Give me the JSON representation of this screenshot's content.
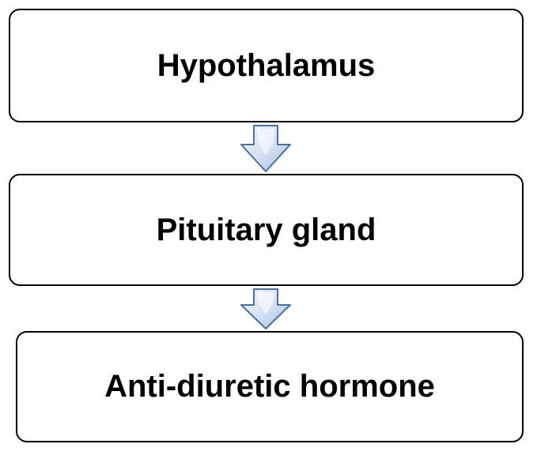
{
  "diagram": {
    "steps": [
      {
        "label": "Hypothalamus"
      },
      {
        "label": "Pituitary gland"
      },
      {
        "label": "Anti-diuretic hormone"
      }
    ],
    "colors": {
      "box_border": "#000000",
      "box_fill": "#ffffff",
      "arrow_fill_light": "#eef3fb",
      "arrow_fill_dark": "#a9bfe0",
      "arrow_stroke": "#4a6fa5"
    },
    "arrow_icon": "down-arrow-icon"
  }
}
